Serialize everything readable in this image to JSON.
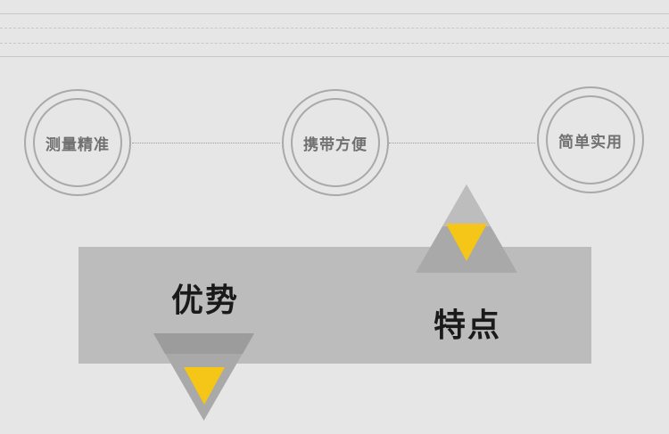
{
  "features": [
    {
      "label": "测量精准"
    },
    {
      "label": "携带方便"
    },
    {
      "label": "简单实用"
    }
  ],
  "banner": {
    "left_text": "优势",
    "right_text": "特点"
  },
  "colors": {
    "background": "#e6e6e6",
    "ring": "#a9a9a9",
    "banner": "#bcbcbc",
    "accent": "#f5c518"
  }
}
